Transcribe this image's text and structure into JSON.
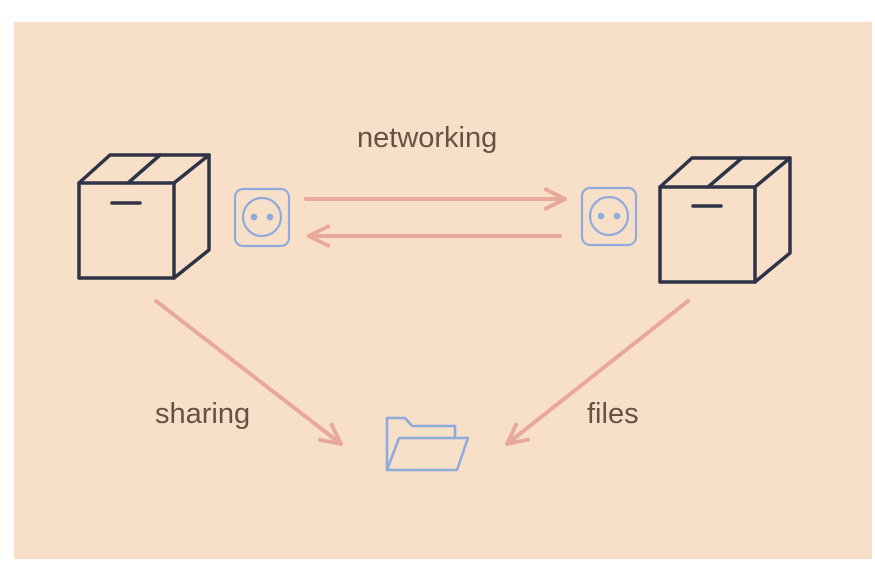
{
  "labels": {
    "networking": "networking",
    "sharing": "sharing",
    "files": "files"
  },
  "icons": {
    "left_container": "box-icon",
    "right_container": "box-icon",
    "left_port": "power-socket-icon",
    "right_port": "power-socket-icon",
    "shared_folder": "folder-icon"
  },
  "colors": {
    "background": "#f8dfc8",
    "box_stroke": "#2e3347",
    "arrow": "#e8a89a",
    "socket_and_folder": "#8fabdc",
    "label_text": "#6b4f45"
  }
}
